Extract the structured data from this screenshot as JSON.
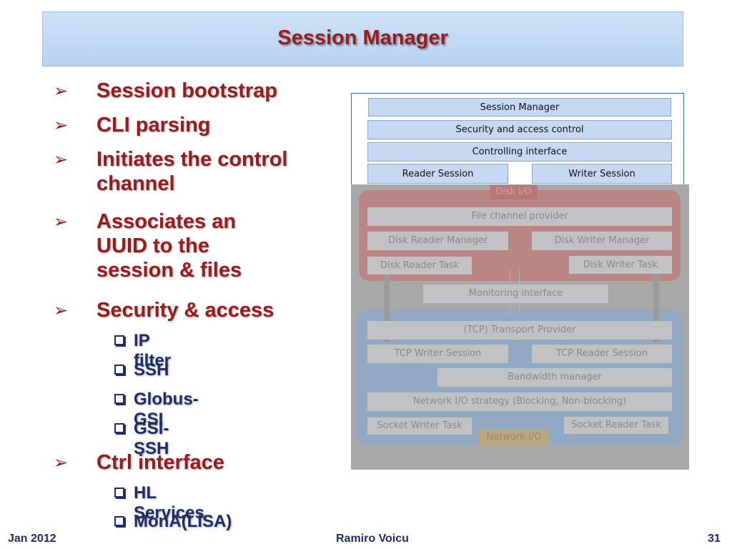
{
  "slide": {
    "title": "Session Manager",
    "bullets": [
      {
        "label": "Session bootstrap"
      },
      {
        "label": "CLI parsing"
      },
      {
        "label": "Initiates the control channel"
      },
      {
        "label": "Associates an UUID to the session & files"
      },
      {
        "label": "Security & access",
        "sub": [
          "IP filter",
          "SSH",
          "Globus-GSI",
          "GSI-SSH"
        ]
      },
      {
        "label": "Ctrl interface",
        "sub": [
          "HL Services",
          "MonA(LISA)"
        ]
      }
    ],
    "colors": {
      "title": "#9a1b1b",
      "sub_blue": "#1c2e6b",
      "header_bg": "#c6d8f2"
    }
  },
  "diagram": {
    "session_manager": "Session Manager",
    "security": "Security and access control",
    "controlling": "Controlling interface",
    "reader_session": "Reader Session",
    "writer_session": "Writer Session",
    "disk_io": "Disk I/O",
    "file_channel_provider": "File channel provider",
    "disk_reader_manager": "Disk Reader Manager",
    "disk_writer_manager": "Disk Writer Manager",
    "disk_reader_task": "Disk Reader Task",
    "disk_writer_task": "Disk Writer Task",
    "monitoring_interface": "Monitoring interface",
    "transport_provider": "(TCP) Transport Provider",
    "tcp_writer_session": "TCP Writer Session",
    "tcp_reader_session": "TCP Reader Session",
    "bandwidth_manager": "Bandwidth manager",
    "network_io_strategy": "Network I/O strategy (Blocking, Non-blocking)",
    "socket_writer_task": "Socket Writer Task",
    "socket_reader_task": "Socket Reader Task",
    "network_io": "Network I/O"
  },
  "footer": {
    "date": "Jan 2012",
    "author": "Ramiro Voicu",
    "page": "31"
  }
}
